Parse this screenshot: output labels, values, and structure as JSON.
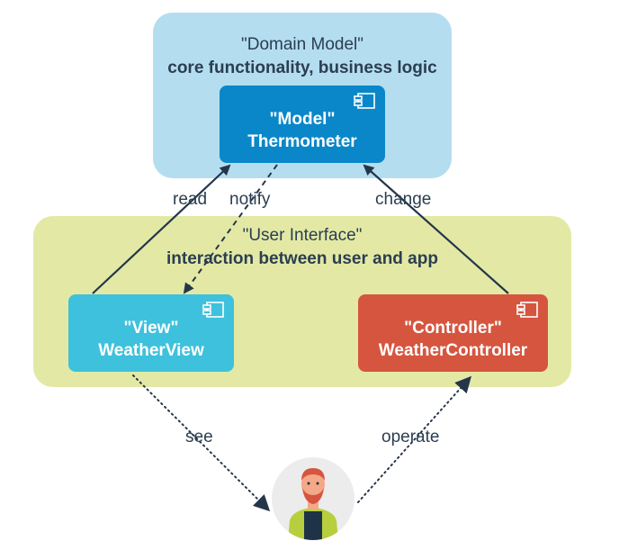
{
  "domain_model": {
    "title": "\"Domain Model\"",
    "subtitle": "core functionality, business logic"
  },
  "user_interface": {
    "title": "\"User Interface\"",
    "subtitle": "interaction between user and app"
  },
  "model": {
    "stereotype": "\"Model\"",
    "name": "Thermometer",
    "color": "#0a87c9"
  },
  "view": {
    "stereotype": "\"View\"",
    "name": "WeatherView",
    "color": "#3ec1dc"
  },
  "controller": {
    "stereotype": "\"Controller\"",
    "name": "WeatherController",
    "color": "#d6553f"
  },
  "edges": {
    "read": "read",
    "notify": "notify",
    "change": "change",
    "see": "see",
    "operate": "operate"
  },
  "icons": {
    "component": "component-icon",
    "user": "user-avatar-icon"
  },
  "colors": {
    "domain_panel": "#b4ddf0",
    "ui_panel": "#e3e9a5",
    "lines": "#24364a"
  }
}
